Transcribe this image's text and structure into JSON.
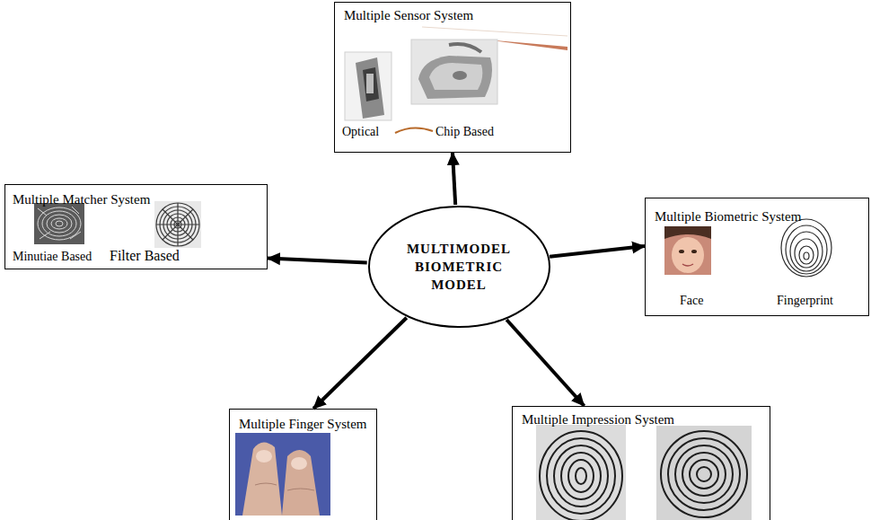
{
  "diagram": {
    "nodes": [
      {
        "text": [
          "MULTIMODEL BIOMETRIC MODEL"
        ]
      },
      {
        "text": [
          "Multiple Sensor System",
          "Optical",
          "Chip Based"
        ]
      },
      {
        "text": [
          "Multiple Matcher System",
          "Minutiae Based",
          "Filter Based"
        ]
      },
      {
        "text": [
          "Multiple Biometric System",
          "Face",
          "Fingerprint"
        ]
      },
      {
        "text": [
          "Multiple Finger System"
        ]
      },
      {
        "text": [
          "Multiple Impression System"
        ]
      }
    ],
    "edges": [
      {
        "from": 0,
        "to": 1,
        "arrow": "to"
      },
      {
        "from": 0,
        "to": 2,
        "arrow": "to"
      },
      {
        "from": 0,
        "to": 3,
        "arrow": "to"
      },
      {
        "from": 0,
        "to": 4,
        "arrow": "to"
      },
      {
        "from": 0,
        "to": 5,
        "arrow": "to"
      }
    ]
  }
}
